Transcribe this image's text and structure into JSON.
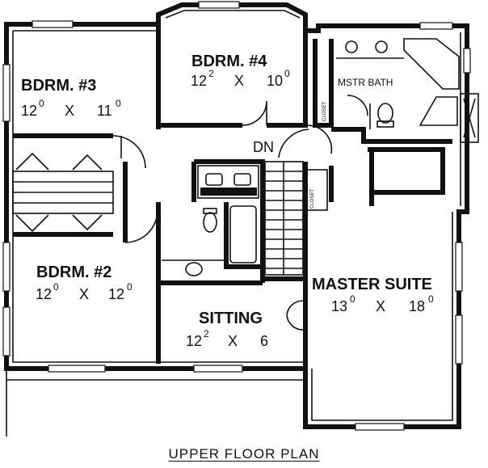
{
  "title": "UPPER FLOOR PLAN",
  "stair_label": "DN",
  "rooms": {
    "bdrm3": {
      "name": "BDRM. #3",
      "w": "12",
      "wsup": "0",
      "x": "X",
      "h": "11",
      "hsup": "0"
    },
    "bdrm4": {
      "name": "BDRM. #4",
      "w": "12",
      "wsup": "2",
      "x": "X",
      "h": "10",
      "hsup": "0"
    },
    "bdrm2": {
      "name": "BDRM. #2",
      "w": "12",
      "wsup": "0",
      "x": "X",
      "h": "12",
      "hsup": "0"
    },
    "sitting": {
      "name": "SITTING",
      "w": "12",
      "wsup": "2",
      "x": "X",
      "h": "6",
      "hsup": ""
    },
    "master": {
      "name": "MASTER SUITE",
      "w": "13",
      "wsup": "0",
      "x": "X",
      "h": "18",
      "hsup": "0"
    },
    "mstr_bath": {
      "name": "MSTR BATH"
    }
  },
  "closet_label": "CLOSET"
}
